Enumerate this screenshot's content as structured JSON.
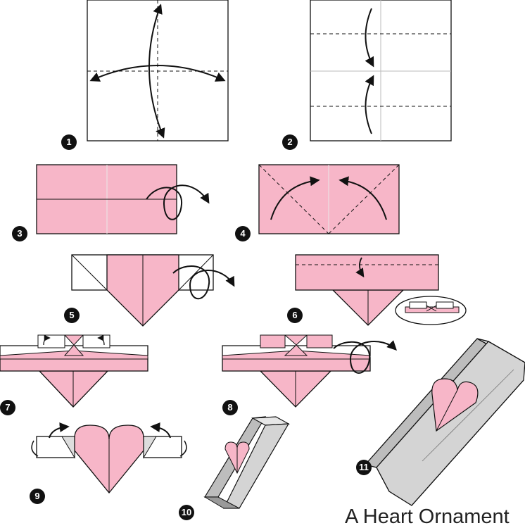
{
  "title": "A Heart Ornament",
  "steps": [
    "1",
    "2",
    "3",
    "4",
    "5",
    "6",
    "7",
    "8",
    "9",
    "10",
    "11"
  ],
  "colors": {
    "paper_pink": "#f7b6c8",
    "paper_white": "#ffffff",
    "gray_back": "#d7d7d7",
    "outline": "#111111"
  }
}
